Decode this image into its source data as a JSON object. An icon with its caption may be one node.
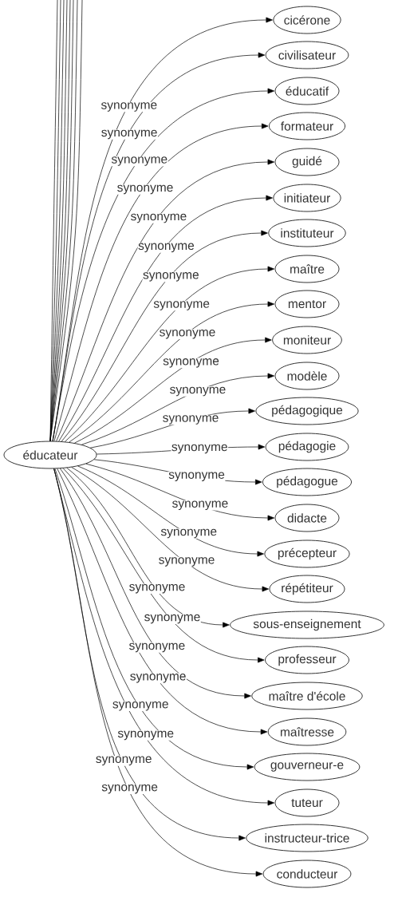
{
  "diagram": {
    "nodes": [
      {
        "text": [
          "éducateur"
        ]
      },
      {
        "text": [
          "cicérone"
        ]
      },
      {
        "text": [
          "civilisateur"
        ]
      },
      {
        "text": [
          "éducatif"
        ]
      },
      {
        "text": [
          "formateur"
        ]
      },
      {
        "text": [
          "guidé"
        ]
      },
      {
        "text": [
          "initiateur"
        ]
      },
      {
        "text": [
          "instituteur"
        ]
      },
      {
        "text": [
          "maître"
        ]
      },
      {
        "text": [
          "mentor"
        ]
      },
      {
        "text": [
          "moniteur"
        ]
      },
      {
        "text": [
          "modèle"
        ]
      },
      {
        "text": [
          "pédagogique"
        ]
      },
      {
        "text": [
          "pédagogie"
        ]
      },
      {
        "text": [
          "pédagogue"
        ]
      },
      {
        "text": [
          "didacte"
        ]
      },
      {
        "text": [
          "précepteur"
        ]
      },
      {
        "text": [
          "répétiteur"
        ]
      },
      {
        "text": [
          "sous-enseignement"
        ]
      },
      {
        "text": [
          "professeur"
        ]
      },
      {
        "text": [
          "maître d'école"
        ]
      },
      {
        "text": [
          "maîtresse"
        ]
      },
      {
        "text": [
          "gouverneur-e"
        ]
      },
      {
        "text": [
          "tuteur"
        ]
      },
      {
        "text": [
          "instructeur-trice"
        ]
      },
      {
        "text": [
          "conducteur"
        ]
      }
    ],
    "edges": [
      {
        "from": 0,
        "to": 1,
        "arrow": "to",
        "label": "synonyme"
      },
      {
        "from": 0,
        "to": 2,
        "arrow": "to",
        "label": "synonyme"
      },
      {
        "from": 0,
        "to": 3,
        "arrow": "to",
        "label": "synonyme"
      },
      {
        "from": 0,
        "to": 4,
        "arrow": "to",
        "label": "synonyme"
      },
      {
        "from": 0,
        "to": 5,
        "arrow": "to",
        "label": "synonyme"
      },
      {
        "from": 0,
        "to": 6,
        "arrow": "to",
        "label": "synonyme"
      },
      {
        "from": 0,
        "to": 7,
        "arrow": "to",
        "label": "synonyme"
      },
      {
        "from": 0,
        "to": 8,
        "arrow": "to",
        "label": "synonyme"
      },
      {
        "from": 0,
        "to": 9,
        "arrow": "to",
        "label": "synonyme"
      },
      {
        "from": 0,
        "to": 10,
        "arrow": "to",
        "label": "synonyme"
      },
      {
        "from": 0,
        "to": 11,
        "arrow": "to",
        "label": "synonyme"
      },
      {
        "from": 0,
        "to": 12,
        "arrow": "to",
        "label": "synonyme"
      },
      {
        "from": 0,
        "to": 13,
        "arrow": "to",
        "label": "synonyme"
      },
      {
        "from": 0,
        "to": 14,
        "arrow": "to",
        "label": "synonyme"
      },
      {
        "from": 0,
        "to": 15,
        "arrow": "to",
        "label": "synonyme"
      },
      {
        "from": 0,
        "to": 16,
        "arrow": "to",
        "label": "synonyme"
      },
      {
        "from": 0,
        "to": 17,
        "arrow": "to",
        "label": "synonyme"
      },
      {
        "from": 0,
        "to": 18,
        "arrow": "to",
        "label": "synonyme"
      },
      {
        "from": 0,
        "to": 19,
        "arrow": "to",
        "label": "synonyme"
      },
      {
        "from": 0,
        "to": 20,
        "arrow": "to",
        "label": "synonyme"
      },
      {
        "from": 0,
        "to": 21,
        "arrow": "to",
        "label": "synonyme"
      },
      {
        "from": 0,
        "to": 22,
        "arrow": "to",
        "label": "synonyme"
      },
      {
        "from": 0,
        "to": 23,
        "arrow": "to",
        "label": "synonyme"
      },
      {
        "from": 0,
        "to": 24,
        "arrow": "to",
        "label": "synonyme"
      },
      {
        "from": 0,
        "to": 25,
        "arrow": "to",
        "label": "synonyme"
      },
      {
        "from": 0,
        "to": null,
        "arrow": "none"
      },
      {
        "from": 0,
        "to": null,
        "arrow": "none"
      },
      {
        "from": 0,
        "to": null,
        "arrow": "none"
      },
      {
        "from": 0,
        "to": null,
        "arrow": "none"
      },
      {
        "from": 0,
        "to": null,
        "arrow": "none"
      },
      {
        "from": 0,
        "to": null,
        "arrow": "none"
      },
      {
        "from": 0,
        "to": null,
        "arrow": "none"
      },
      {
        "from": 0,
        "to": null,
        "arrow": "none"
      }
    ]
  }
}
